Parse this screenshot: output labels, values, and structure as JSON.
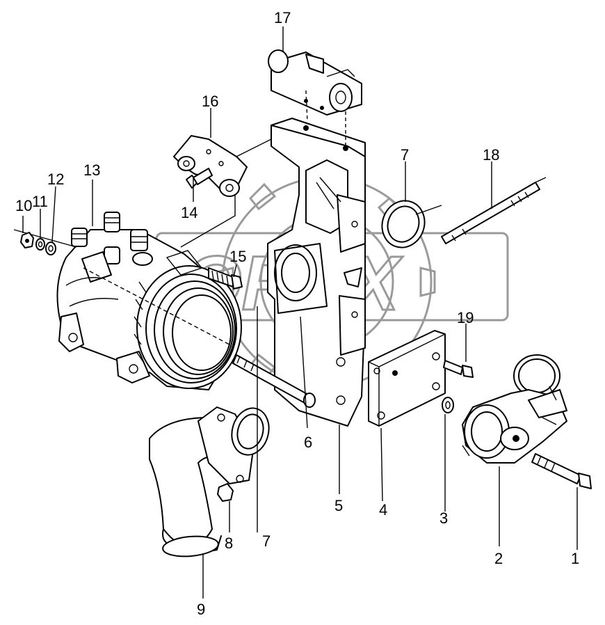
{
  "colors": {
    "ink": "#000000",
    "paper": "#ffffff",
    "watermark": "#9a9a9a"
  },
  "watermark": {
    "text": "OREX"
  },
  "callouts": [
    "1",
    "2",
    "3",
    "4",
    "5",
    "6",
    "7",
    "7",
    "8",
    "9",
    "10",
    "11",
    "12",
    "13",
    "14",
    "15",
    "16",
    "17",
    "18",
    "19"
  ]
}
